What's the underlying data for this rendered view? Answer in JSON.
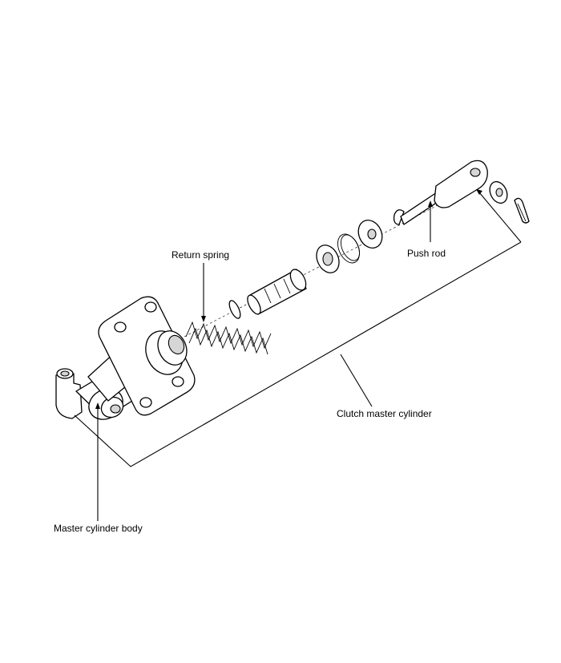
{
  "labels": {
    "return_spring": "Return spring",
    "push_rod": "Push rod",
    "clutch_master_cylinder": "Clutch master cylinder",
    "master_cylinder_body": "Master cylinder body"
  },
  "colors": {
    "line": "#000000",
    "background": "#ffffff",
    "shade": "#d6d6d6"
  }
}
